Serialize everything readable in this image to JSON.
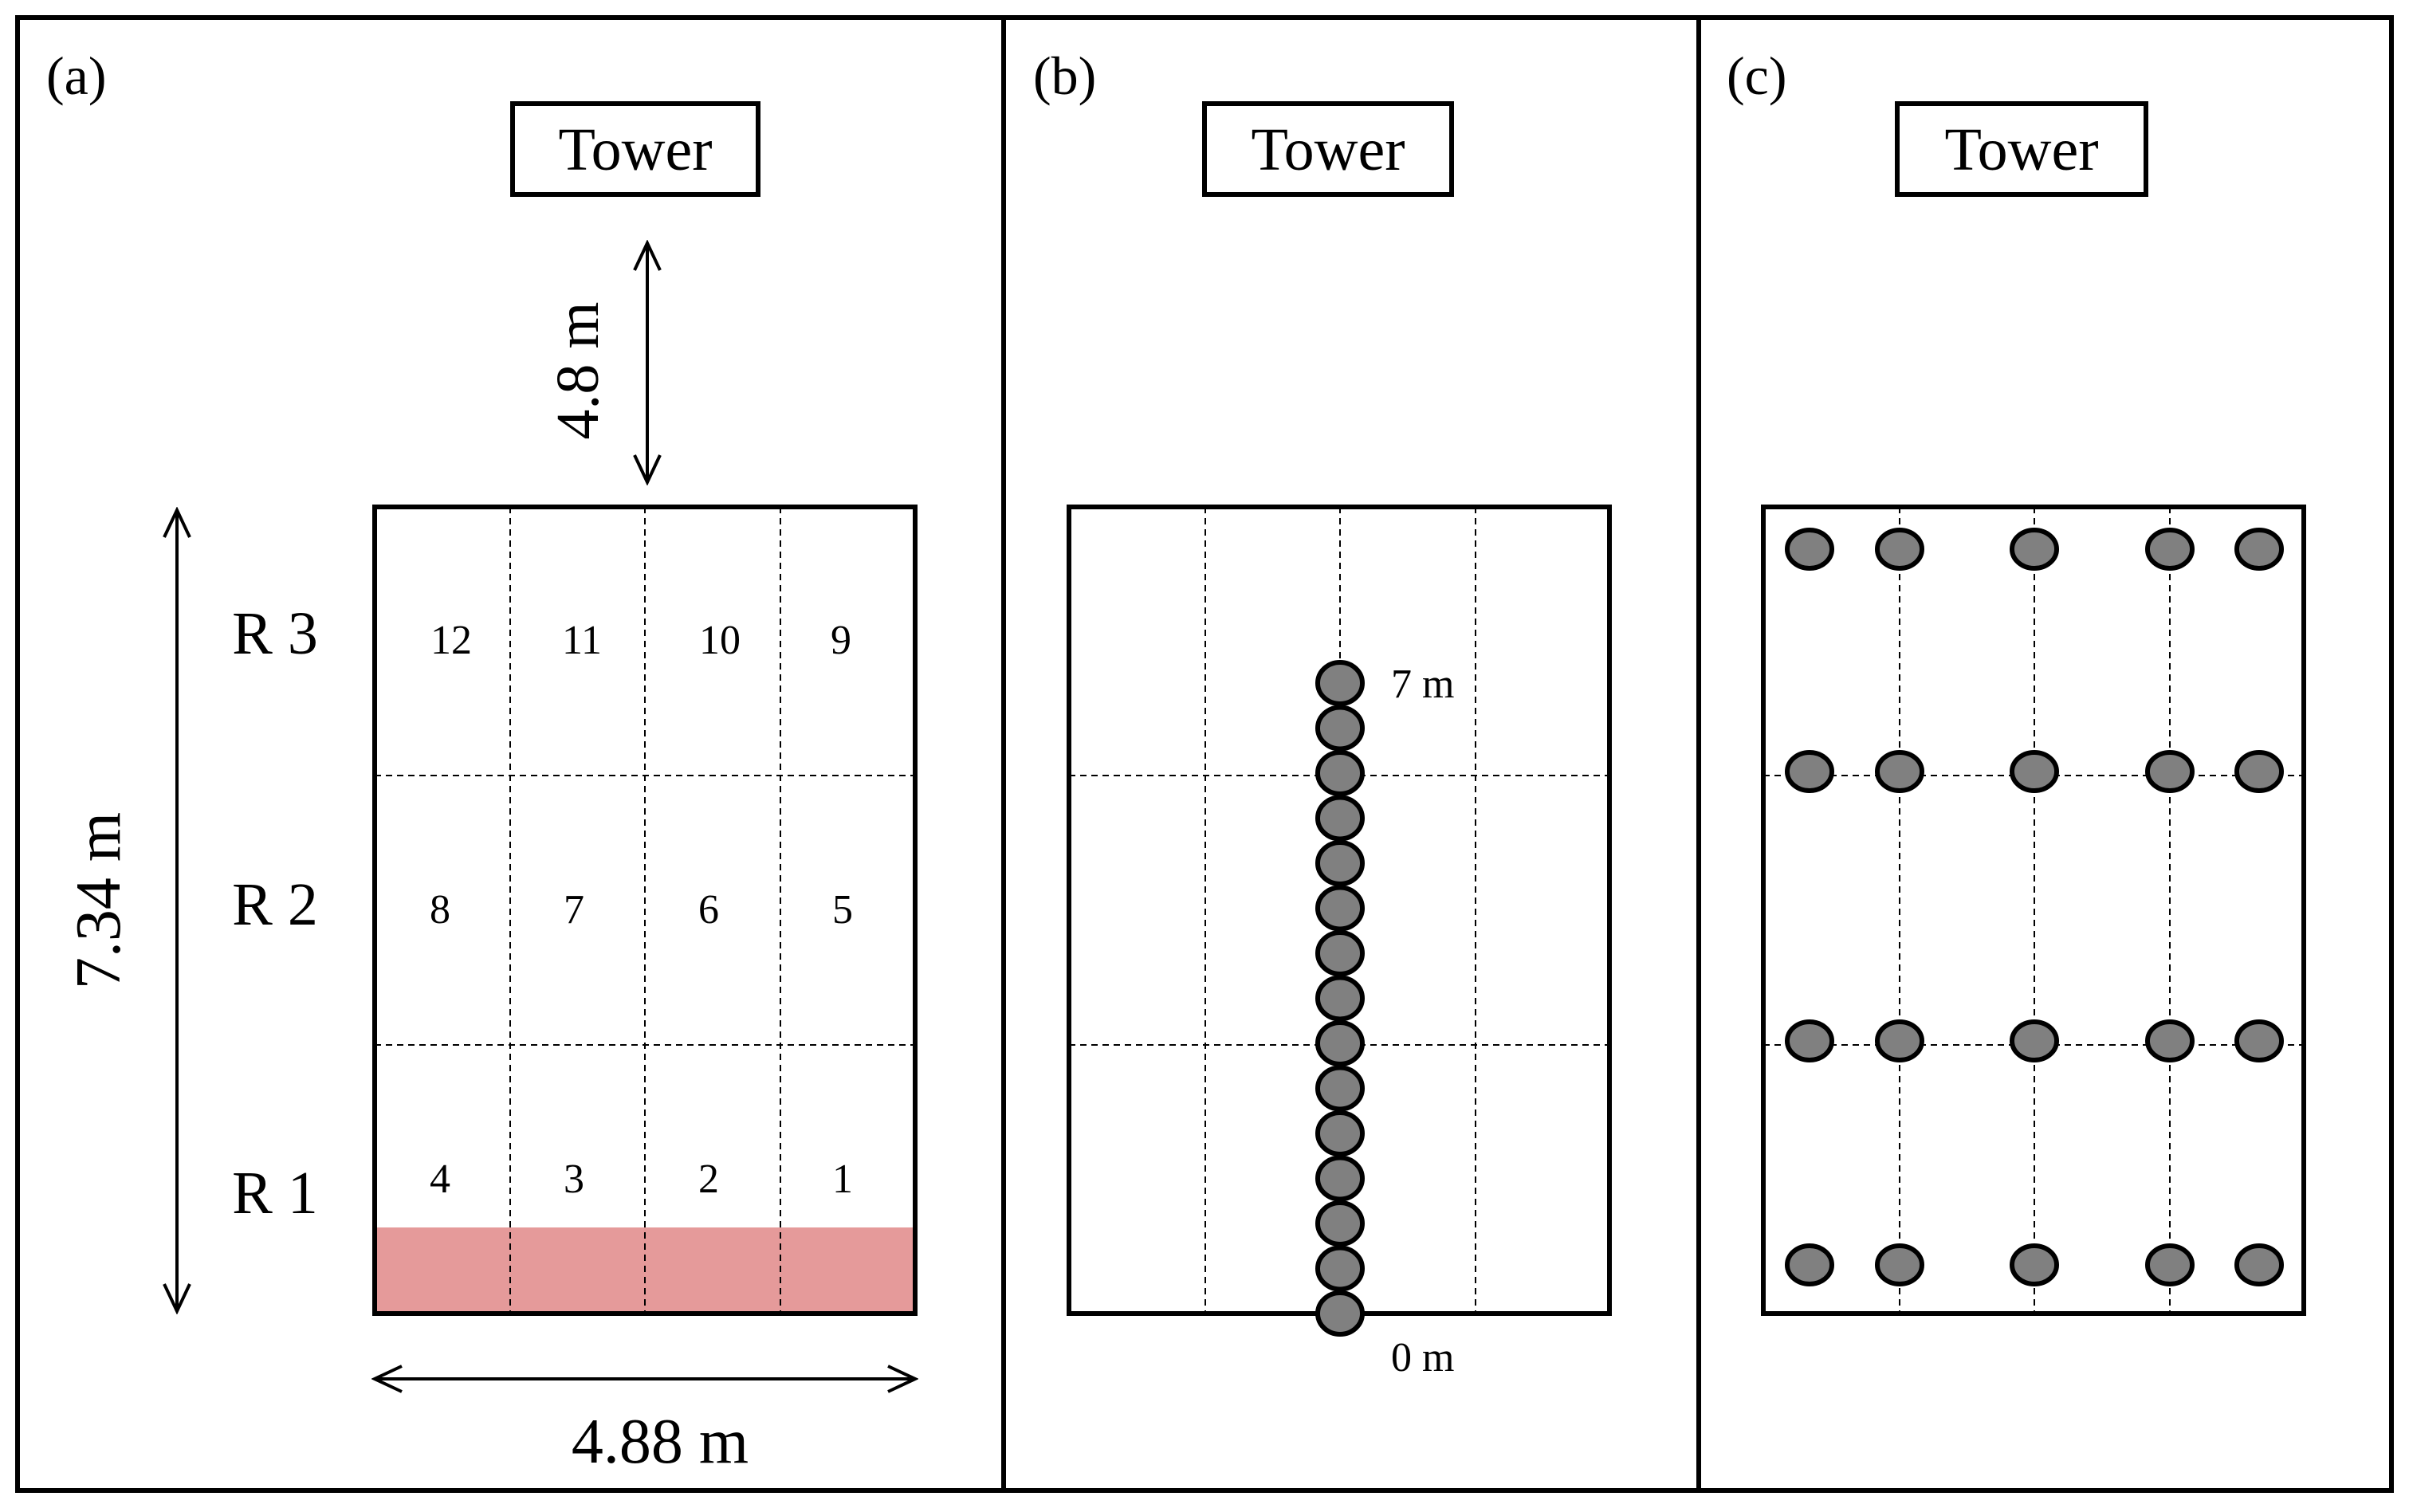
{
  "panels": [
    {
      "label": "(a)",
      "tower_label": "Tower",
      "distance_label": "4.8 m",
      "height_label": "7.34 m",
      "width_label": "4.88 m",
      "row_labels": [
        "R 3",
        "R 2",
        "R 1"
      ],
      "cell_numbers": [
        [
          "12",
          "11",
          "10",
          "9"
        ],
        [
          "8",
          "7",
          "6",
          "5"
        ],
        [
          "4",
          "3",
          "2",
          "1"
        ]
      ],
      "highlight_color": "#e59a9a"
    },
    {
      "label": "(b)",
      "tower_label": "Tower",
      "top_label": "7 m",
      "bottom_label": "0 m",
      "sensor_count": 15
    },
    {
      "label": "(c)",
      "tower_label": "Tower",
      "sensor_rows": 4,
      "sensor_cols": 5
    }
  ],
  "colors": {
    "sensor_fill": "#808080",
    "line": "#000000"
  }
}
